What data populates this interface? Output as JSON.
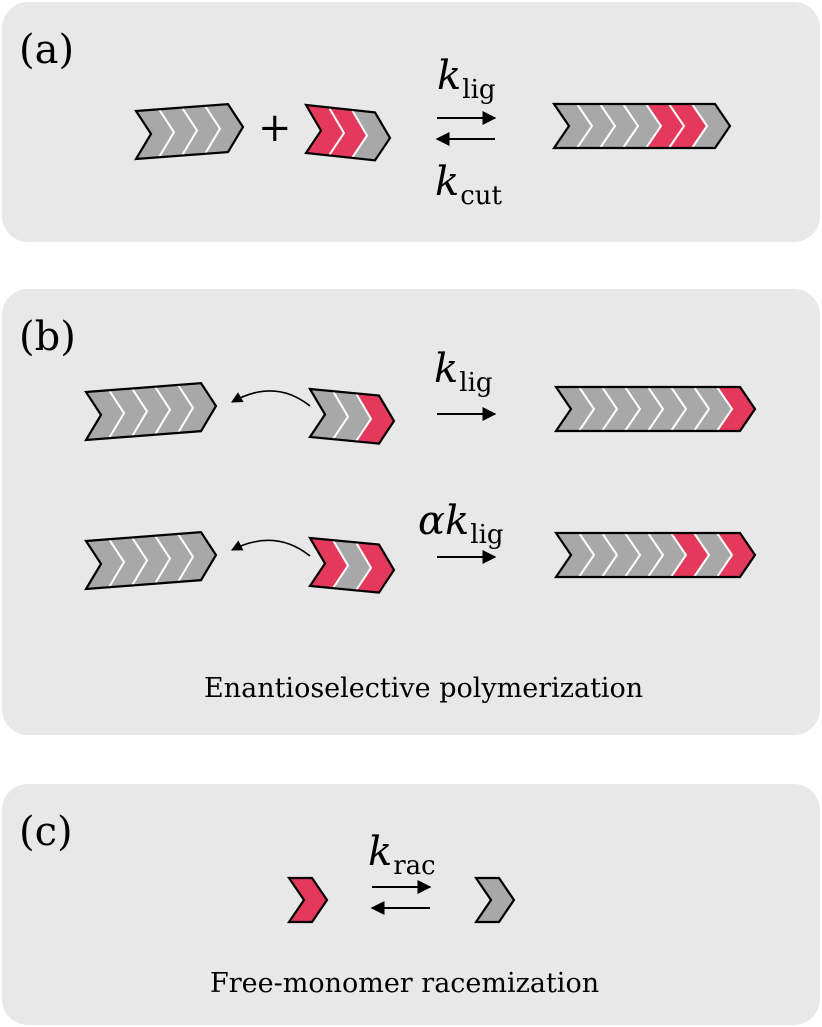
{
  "colors": {
    "panel": "#e8e8e8",
    "gray_monomer": "#a8a8a8",
    "red_monomer": "#e5395c",
    "outline": "#000000",
    "stripe": "#ffffff"
  },
  "panel_a": {
    "label": "(a)",
    "plus": "+",
    "forward_rate": {
      "symbol": "k",
      "subscript": "lig"
    },
    "reverse_rate": {
      "symbol": "k",
      "subscript": "cut"
    },
    "left_chain": [
      "gray",
      "gray",
      "gray",
      "gray"
    ],
    "right_chain": [
      "red",
      "red",
      "gray"
    ],
    "product_chain": [
      "gray",
      "gray",
      "gray",
      "gray",
      "red",
      "red",
      "gray"
    ]
  },
  "panel_b": {
    "label": "(b)",
    "row1": {
      "rate": {
        "prefix": "",
        "symbol": "k",
        "subscript": "lig"
      },
      "left_chain": [
        "gray",
        "gray",
        "gray",
        "gray",
        "gray"
      ],
      "right_chain": [
        "gray",
        "gray",
        "red"
      ],
      "product_chain": [
        "gray",
        "gray",
        "gray",
        "gray",
        "gray",
        "gray",
        "gray",
        "red"
      ]
    },
    "row2": {
      "rate": {
        "prefix": "α",
        "symbol": "k",
        "subscript": "lig"
      },
      "left_chain": [
        "gray",
        "gray",
        "gray",
        "gray",
        "gray"
      ],
      "right_chain": [
        "red",
        "gray",
        "red"
      ],
      "product_chain": [
        "gray",
        "gray",
        "gray",
        "gray",
        "gray",
        "red",
        "gray",
        "red"
      ]
    },
    "caption": "Enantioselective polymerization"
  },
  "panel_c": {
    "label": "(c)",
    "rate": {
      "symbol": "k",
      "subscript": "rac"
    },
    "left_monomer": "red",
    "right_monomer": "gray",
    "caption": "Free-monomer racemization"
  }
}
